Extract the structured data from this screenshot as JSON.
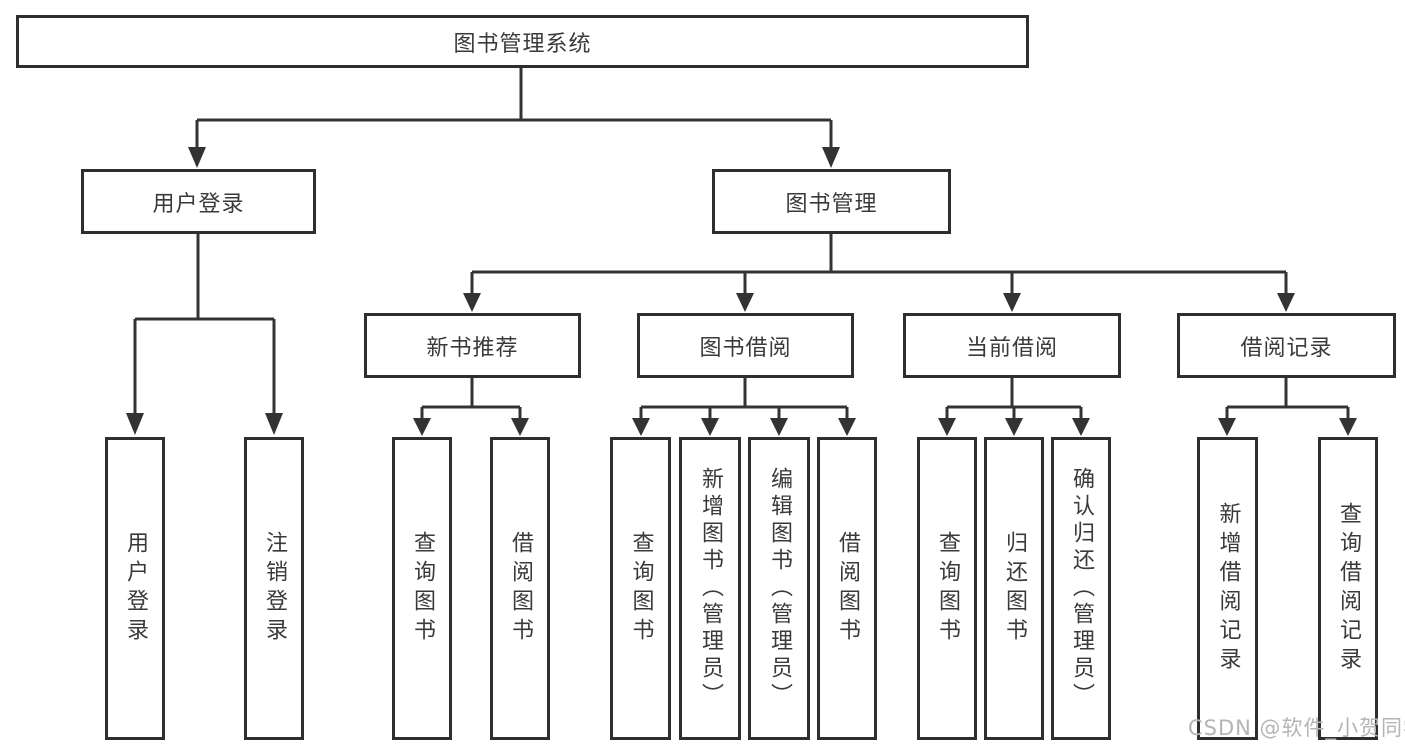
{
  "diagram": {
    "root": {
      "label": "图书管理系统"
    },
    "level2": [
      {
        "label": "用户登录"
      },
      {
        "label": "图书管理"
      }
    ],
    "level3": [
      {
        "label": "新书推荐"
      },
      {
        "label": "图书借阅"
      },
      {
        "label": "当前借阅"
      },
      {
        "label": "借阅记录"
      }
    ],
    "leaves": [
      {
        "label": "用户登录"
      },
      {
        "label": "注销登录"
      },
      {
        "label": "查询图书"
      },
      {
        "label": "借阅图书"
      },
      {
        "label": "查询图书"
      },
      {
        "label": "新增图书（管理员）"
      },
      {
        "label": "编辑图书（管理员）"
      },
      {
        "label": "借阅图书"
      },
      {
        "label": "查询图书"
      },
      {
        "label": "归还图书"
      },
      {
        "label": "确认归还（管理员）"
      },
      {
        "label": "新增借阅记录"
      },
      {
        "label": "查询借阅记录"
      }
    ]
  },
  "watermark": {
    "text": "CSDN @软件_小贺同学"
  },
  "colors": {
    "line": "#333333",
    "box_border": "#2e2e2e",
    "box_fill": "#ffffff",
    "text": "#3a3a3a",
    "watermark": "#b5b5b5",
    "background": "#ffffff"
  }
}
